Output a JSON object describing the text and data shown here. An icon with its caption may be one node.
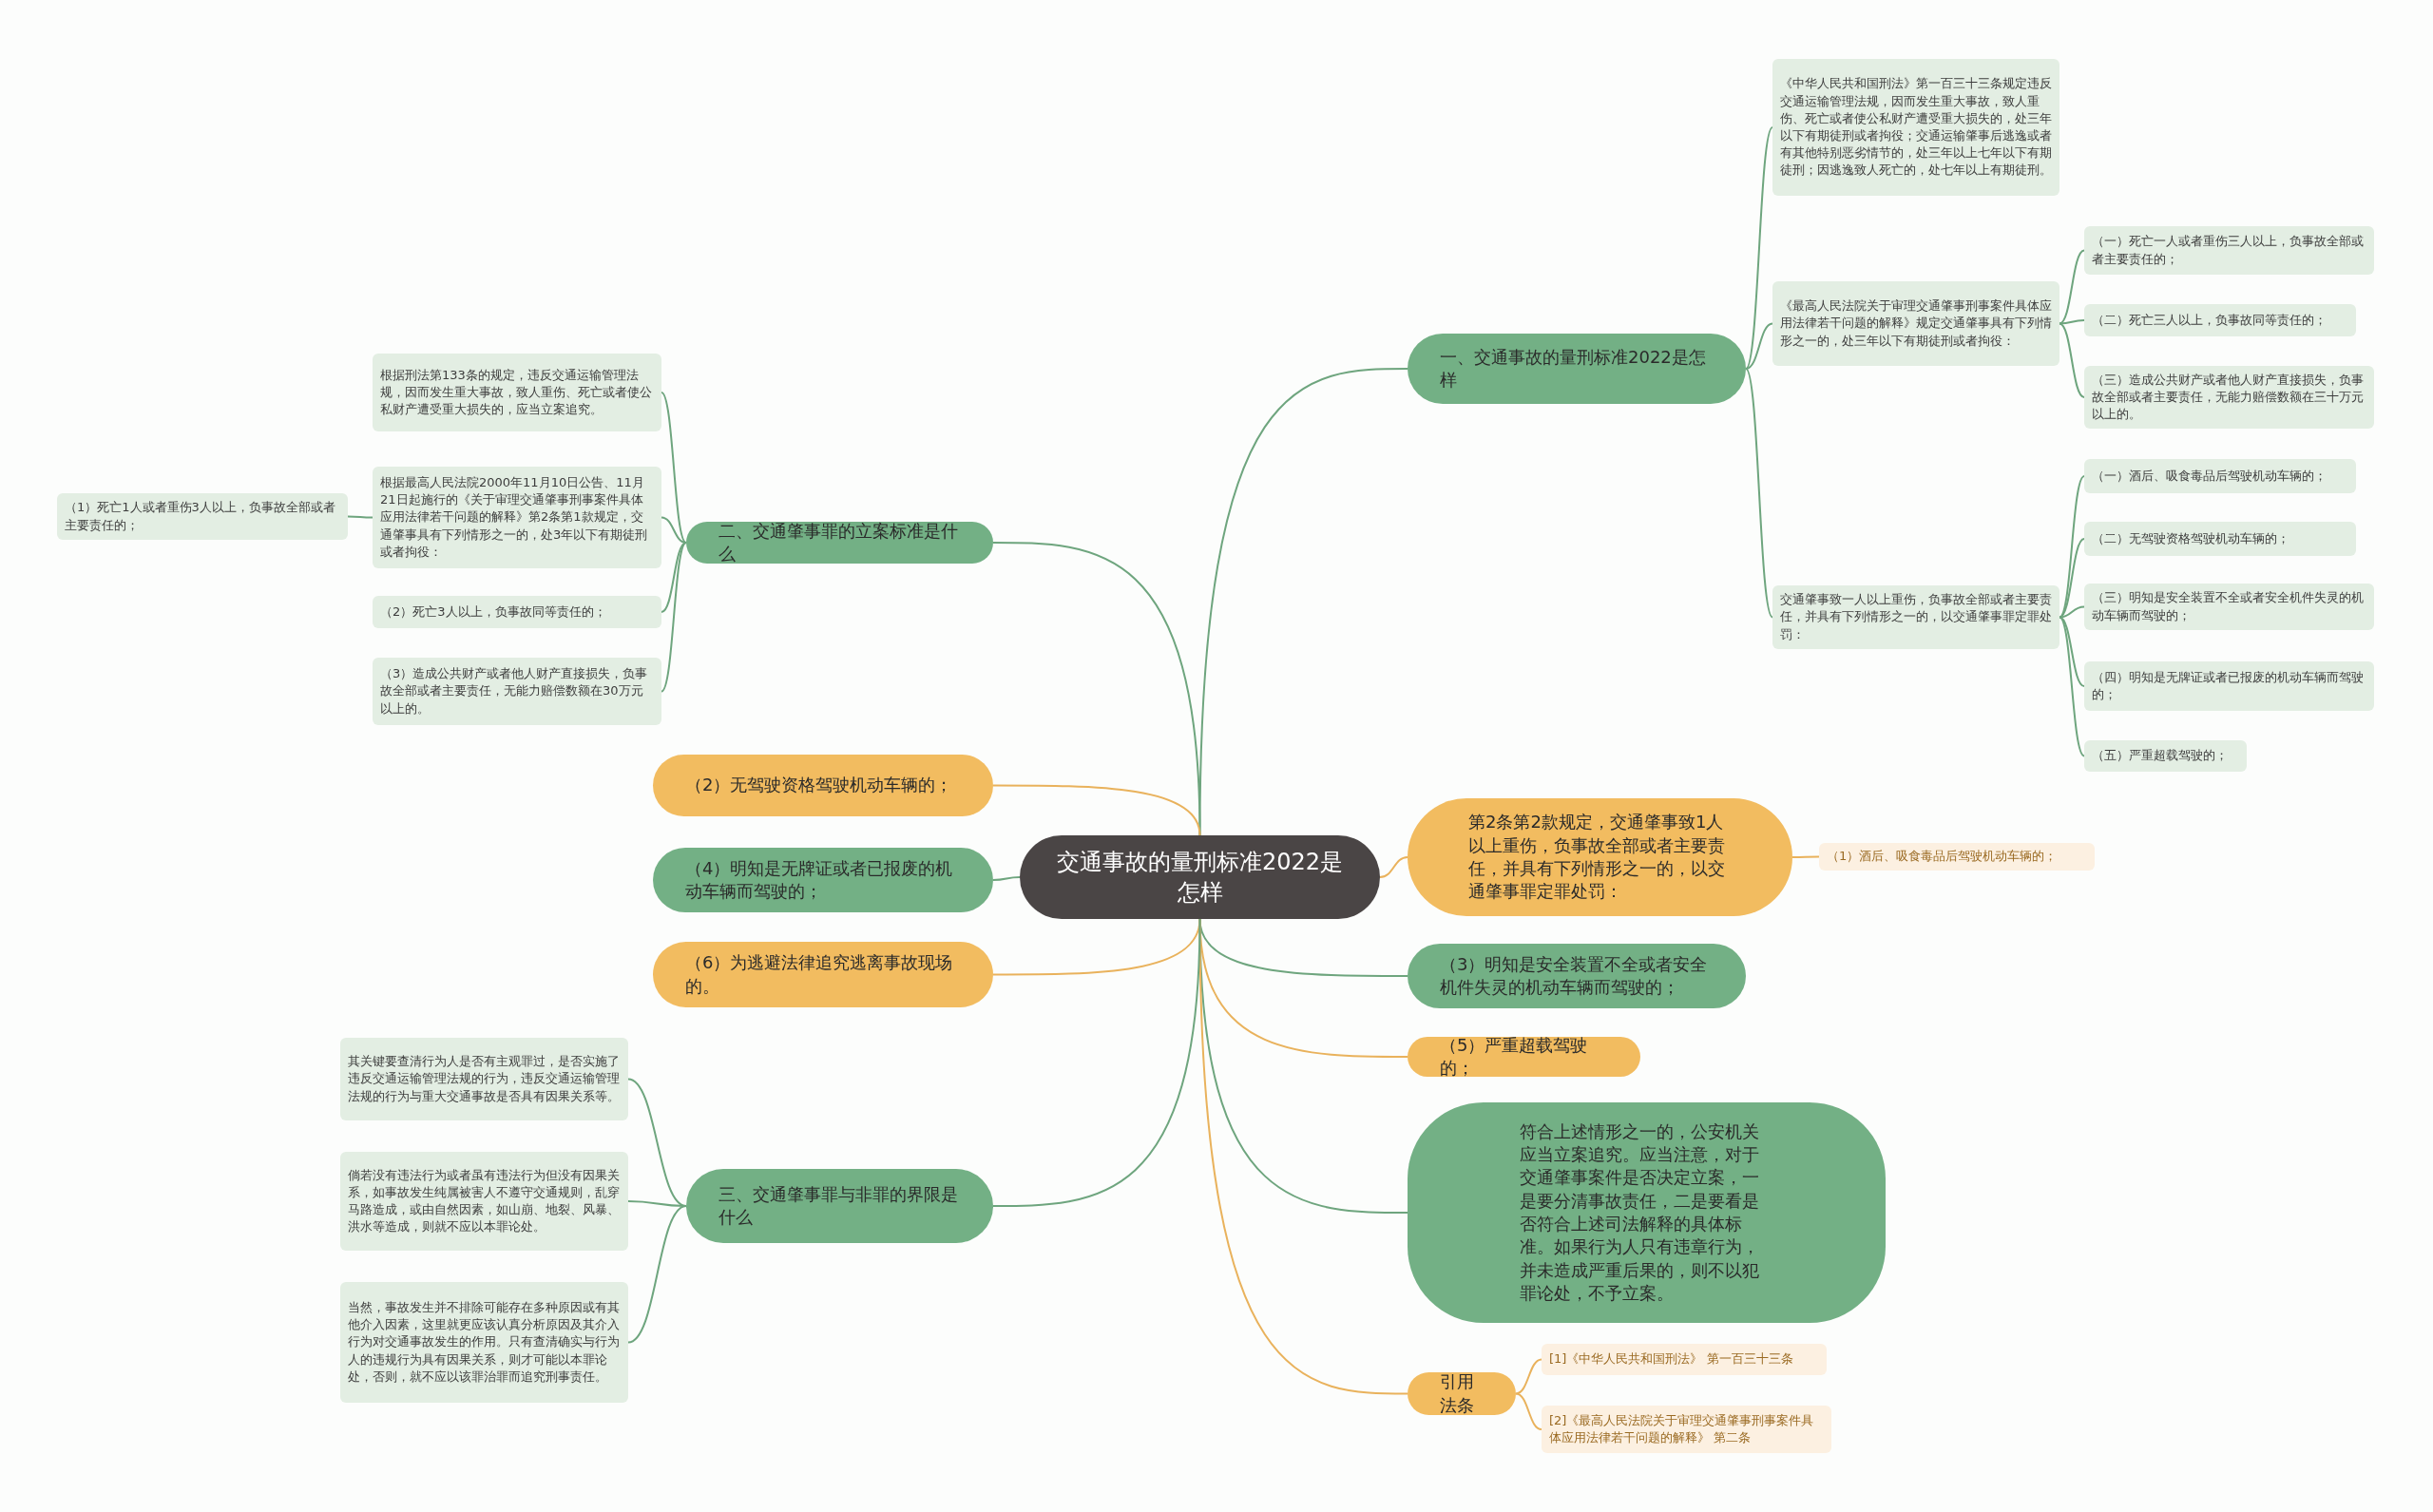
{
  "diagram": {
    "nodes": [
      {
        "text": [
          "交通事故的量刑标准2022是怎样"
        ]
      },
      {
        "text": [
          "一、交通事故的量刑标准2022是怎样"
        ]
      },
      {
        "text": [
          "《中华人民共和国刑法》第一百三十三条规定违反交通运输管理法规，因而发生重大事故，致人重伤、死亡或者使公私财产遭受重大损失的，处三年以下有期徒刑或者拘役；交通运输肇事后逃逸或者有其他特别恶劣情节的，处三年以上七年以下有期徒刑；因逃逸致人死亡的，处七年以上有期徒刑。"
        ]
      },
      {
        "text": [
          "《最高人民法院关于审理交通肇事刑事案件具体应用法律若干问题的解释》规定交通肇事具有下列情形之一的，处三年以下有期徒刑或者拘役："
        ]
      },
      {
        "text": [
          "（一）死亡一人或者重伤三人以上，负事故全部或者主要责任的；"
        ]
      },
      {
        "text": [
          "（二）死亡三人以上，负事故同等责任的；"
        ]
      },
      {
        "text": [
          "（三）造成公共财产或者他人财产直接损失，负事故全部或者主要责任，无能力赔偿数额在三十万元以上的。"
        ]
      },
      {
        "text": [
          "交通肇事致一人以上重伤，负事故全部或者主要责任，并具有下列情形之一的，以交通肇事罪定罪处罚："
        ]
      },
      {
        "text": [
          "（一）酒后、吸食毒品后驾驶机动车辆的；"
        ]
      },
      {
        "text": [
          "（二）无驾驶资格驾驶机动车辆的；"
        ]
      },
      {
        "text": [
          "（三）明知是安全装置不全或者安全机件失灵的机动车辆而驾驶的；"
        ]
      },
      {
        "text": [
          "（四）明知是无牌证或者已报废的机动车辆而驾驶的；"
        ]
      },
      {
        "text": [
          "（五）严重超载驾驶的；"
        ]
      },
      {
        "text": [
          "二、交通肇事罪的立案标准是什么"
        ]
      },
      {
        "text": [
          "根据刑法第133条的规定，违反交通运输管理法规，因而发生重大事故，致人重伤、死亡或者使公私财产遭受重大损失的，应当立案追究。"
        ]
      },
      {
        "text": [
          "根据最高人民法院2000年11月10日公告、11月21日起施行的《关于审理交通肇事刑事案件具体应用法律若干问题的解释》第2条第1款规定，交通肇事具有下列情形之一的，处3年以下有期徒刑或者拘役："
        ]
      },
      {
        "text": [
          "（1）死亡1人或者重伤3人以上，负事故全部或者主要责任的；"
        ]
      },
      {
        "text": [
          "（2）死亡3人以上，负事故同等责任的；"
        ]
      },
      {
        "text": [
          "（3）造成公共财产或者他人财产直接损失，负事故全部或者主要责任，无能力赔偿数额在30万元以上的。"
        ]
      },
      {
        "text": [
          "（2）无驾驶资格驾驶机动车辆的；"
        ]
      },
      {
        "text": [
          "（4）明知是无牌证或者已报废的机动车辆而驾驶的；"
        ]
      },
      {
        "text": [
          "（6）为逃避法律追究逃离事故现场的。"
        ]
      },
      {
        "text": [
          "第2条第2款规定，交通肇事致1人以上重伤，负事故全部或者主要责任，并具有下列情形之一的，以交通肇事罪定罪处罚："
        ]
      },
      {
        "text": [
          "（1）酒后、吸食毒品后驾驶机动车辆的；"
        ]
      },
      {
        "text": [
          "（3）明知是安全装置不全或者安全机件失灵的机动车辆而驾驶的；"
        ]
      },
      {
        "text": [
          "（5）严重超载驾驶的；"
        ]
      },
      {
        "text": [
          "符合上述情形之一的，公安机关应当立案追究。应当注意，对于交通肇事案件是否决定立案，一是要分清事故责任，二是要看是否符合上述司法解释的具体标准。如果行为人只有违章行为，并未造成严重后果的，则不以犯罪论处，不予立案。"
        ]
      },
      {
        "text": [
          "引用法条"
        ]
      },
      {
        "text": [
          "[1]《中华人民共和国刑法》 第一百三十三条"
        ]
      },
      {
        "text": [
          "[2]《最高人民法院关于审理交通肇事刑事案件具体应用法律若干问题的解释》 第二条"
        ]
      },
      {
        "text": [
          "三、交通肇事罪与非罪的界限是什么"
        ]
      },
      {
        "text": [
          "其关键要查清行为人是否有主观罪过，是否实施了违反交通运输管理法规的行为，违反交通运输管理法规的行为与重大交通事故是否具有因果关系等。"
        ]
      },
      {
        "text": [
          "倘若没有违法行为或者虽有违法行为但没有因果关系，如事故发生纯属被害人不遵守交通规则，乱穿马路造成，或由自然因素，如山崩、地裂、风暴、洪水等造成，则就不应以本罪论处。"
        ]
      },
      {
        "text": [
          "当然，事故发生并不排除可能存在多种原因或有其他介入因素，这里就更应该认真分析原因及其介入行为对交通事故发生的作用。只有查清确实与行为人的违规行为具有因果关系，则才可能以本罪论处，否则，就不应以该罪治罪而追究刑事责任。"
        ]
      }
    ],
    "edges": [
      {
        "from": 0,
        "to": 1,
        "arrow": "none"
      },
      {
        "from": 1,
        "to": 2,
        "arrow": "none"
      },
      {
        "from": 1,
        "to": 3,
        "arrow": "none"
      },
      {
        "from": 3,
        "to": 4,
        "arrow": "none"
      },
      {
        "from": 3,
        "to": 5,
        "arrow": "none"
      },
      {
        "from": 3,
        "to": 6,
        "arrow": "none"
      },
      {
        "from": 1,
        "to": 7,
        "arrow": "none"
      },
      {
        "from": 7,
        "to": 8,
        "arrow": "none"
      },
      {
        "from": 7,
        "to": 9,
        "arrow": "none"
      },
      {
        "from": 7,
        "to": 10,
        "arrow": "none"
      },
      {
        "from": 7,
        "to": 11,
        "arrow": "none"
      },
      {
        "from": 7,
        "to": 12,
        "arrow": "none"
      },
      {
        "from": 0,
        "to": 13,
        "arrow": "none"
      },
      {
        "from": 13,
        "to": 14,
        "arrow": "none"
      },
      {
        "from": 13,
        "to": 15,
        "arrow": "none"
      },
      {
        "from": 15,
        "to": 16,
        "arrow": "none"
      },
      {
        "from": 13,
        "to": 17,
        "arrow": "none"
      },
      {
        "from": 13,
        "to": 18,
        "arrow": "none"
      },
      {
        "from": 0,
        "to": 19,
        "arrow": "none",
        "color": "#e9b25c"
      },
      {
        "from": 0,
        "to": 20,
        "arrow": "none"
      },
      {
        "from": 0,
        "to": 21,
        "arrow": "none",
        "color": "#e9b25c"
      },
      {
        "from": 0,
        "to": 22,
        "arrow": "none",
        "color": "#e9b25c"
      },
      {
        "from": 22,
        "to": 23,
        "arrow": "none",
        "color": "#e9b25c"
      },
      {
        "from": 0,
        "to": 24,
        "arrow": "none"
      },
      {
        "from": 0,
        "to": 25,
        "arrow": "none",
        "color": "#e9b25c"
      },
      {
        "from": 0,
        "to": 26,
        "arrow": "none"
      },
      {
        "from": 0,
        "to": 27,
        "arrow": "none",
        "color": "#e9b25c"
      },
      {
        "from": 27,
        "to": 28,
        "arrow": "none",
        "color": "#e9b25c"
      },
      {
        "from": 27,
        "to": 29,
        "arrow": "none",
        "color": "#e9b25c"
      },
      {
        "from": 0,
        "to": 30,
        "arrow": "none"
      },
      {
        "from": 30,
        "to": 31,
        "arrow": "none"
      },
      {
        "from": 30,
        "to": 32,
        "arrow": "none"
      },
      {
        "from": 30,
        "to": 33,
        "arrow": "none"
      }
    ]
  }
}
